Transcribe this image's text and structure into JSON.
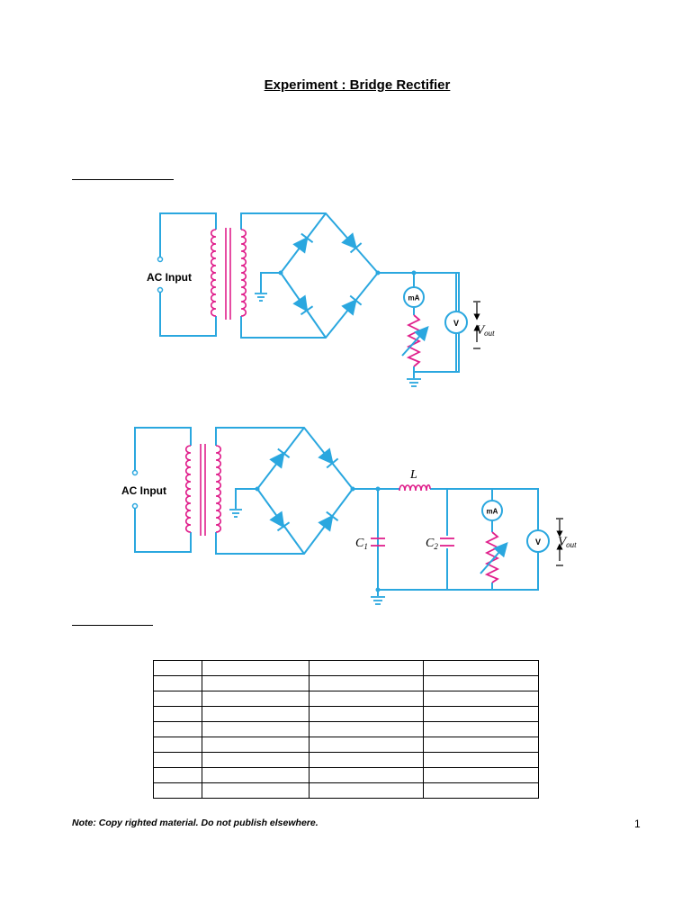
{
  "document": {
    "title": "Experiment : Bridge Rectifier",
    "note": "Note: Copy righted material. Do not publish elsewhere.",
    "page_number": "1"
  },
  "circuit1": {
    "ac_input_label": "AC Input",
    "ammeter_label": "mA",
    "voltmeter_label": "V",
    "vout_main": "V",
    "vout_sub": "out"
  },
  "circuit2": {
    "ac_input_label": "AC Input",
    "inductor_label": "L",
    "c1_main": "C",
    "c1_sub": "1",
    "c2_main": "C",
    "c2_sub": "2",
    "ammeter_label": "mA",
    "voltmeter_label": "V",
    "vout_main": "V",
    "vout_sub": "out"
  },
  "colors": {
    "wire": "#2aa7df",
    "coil": "#e0208c",
    "text": "#000000"
  },
  "table": {
    "rows": 9,
    "columns": 4,
    "cells_empty": true
  }
}
